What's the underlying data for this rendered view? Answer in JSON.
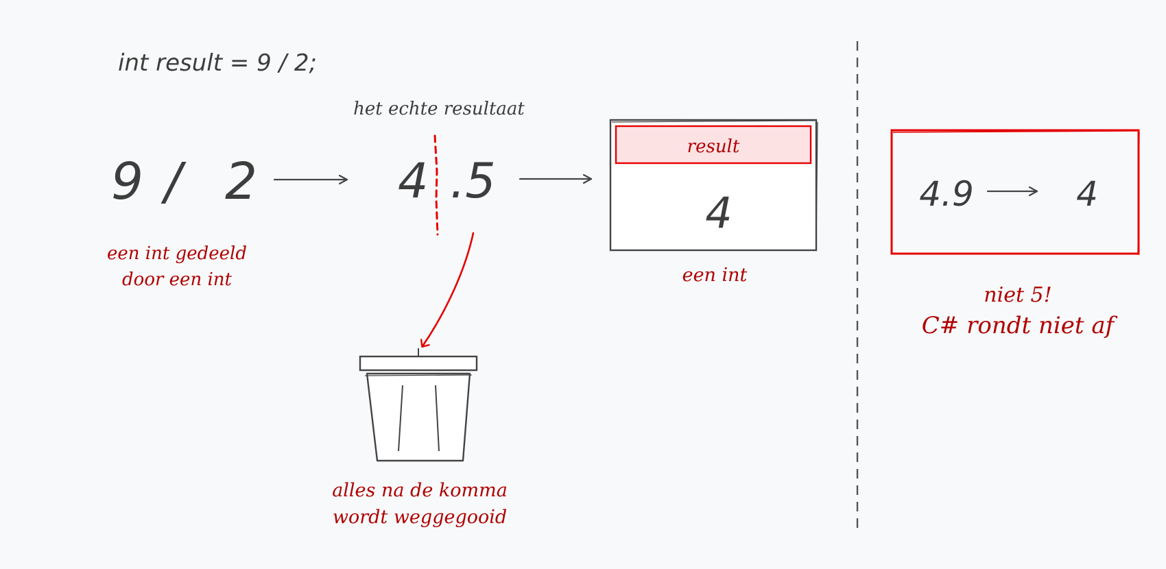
{
  "code_line": "int result = 9 / 2;",
  "expression": {
    "left": "9",
    "operator": "/",
    "right": "2",
    "caption_line1": "een int gedeeld",
    "caption_line2": "door een int"
  },
  "real_result": {
    "label": "het echte resultaat",
    "integer_part": "4",
    "fraction_part": ".5"
  },
  "variable_box": {
    "name": "result",
    "value": "4",
    "caption": "een int"
  },
  "trash": {
    "caption_line1": "alles na de komma",
    "caption_line2": "wordt weggegooid"
  },
  "rounding_note": {
    "input": "4.9",
    "output": "4",
    "caption_line1": "niet 5!",
    "caption_line2": "C# rondt niet af"
  },
  "colors": {
    "ink": "#3d3d3d",
    "accent_red": "#e50000",
    "caption_red": "#b00000",
    "highlight_fill": "#fde2e4",
    "background": "#f8f9fa"
  }
}
